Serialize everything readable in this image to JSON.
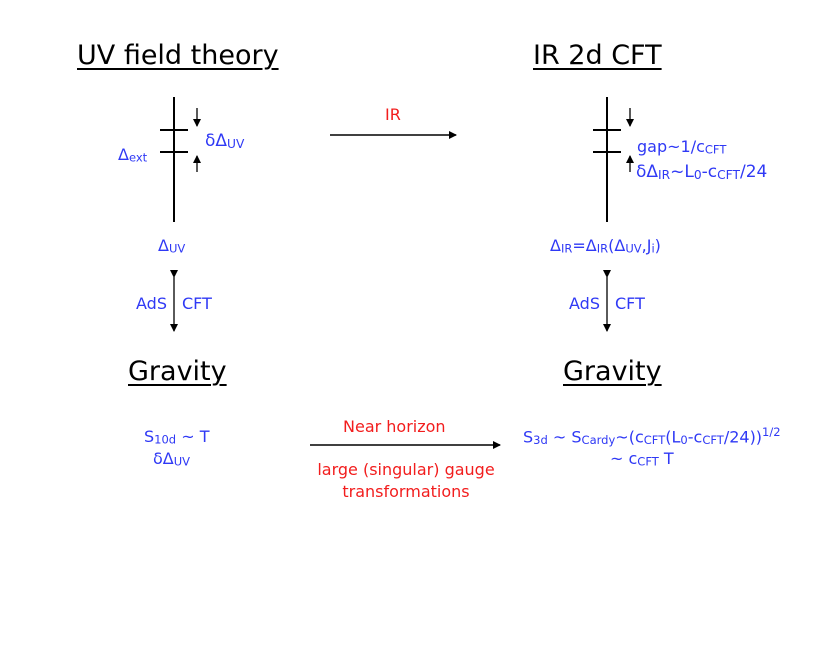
{
  "headings": {
    "uv": "UV field theory",
    "ir": "IR 2d CFT",
    "gravity_left": "Gravity",
    "gravity_right": "Gravity"
  },
  "uv": {
    "delta_ext": {
      "base": "Δ",
      "sub": "ext"
    },
    "delta_delta_uv": {
      "base": "δΔ",
      "sub": "UV"
    },
    "delta_uv": {
      "base": "Δ",
      "sub": "UV"
    }
  },
  "arrow_ir_label": "IR",
  "ir": {
    "gap": {
      "pre": "gap~1/c",
      "sub": "CFT"
    },
    "dd_ir": {
      "a": "δΔ",
      "a_sub": "IR",
      "b": "~L",
      "b_sub": "0",
      "c": "-c",
      "c_sub": "CFT",
      "d": "/24"
    },
    "delta_ir": {
      "a": "Δ",
      "a_sub": "IR",
      "b": "=Δ",
      "b_sub": "IR",
      "c": "(Δ",
      "c_sub": "UV",
      "d": ",J",
      "d_sub": "i",
      "e": ")"
    }
  },
  "ads_cft": {
    "left": "AdS",
    "right": "CFT"
  },
  "gravity_left": {
    "entropy": {
      "a": "S",
      "a_sub": "10d",
      "b": " ~ T"
    },
    "dd_uv": {
      "a": "δΔ",
      "a_sub": "UV"
    }
  },
  "near_horizon": {
    "top": "Near horizon",
    "bottom_line1": "large (singular) gauge",
    "bottom_line2": "transformations"
  },
  "gravity_right": {
    "line1": {
      "a": "S",
      "a_sub": "3d",
      "b": " ~ S",
      "b_sub": "Cardy",
      "c": "~(c",
      "c_sub": "CFT",
      "d": "(L",
      "d_sub": "0",
      "e": "-c",
      "e_sub": "CFT",
      "f": "/24))",
      "f_sup": "1/2"
    },
    "line2": {
      "a": "~ c",
      "a_sub": "CFT",
      "b": " T"
    }
  },
  "colors": {
    "text": "#000000",
    "accent_blue": "#2f39f5",
    "accent_red": "#f21d1d"
  }
}
